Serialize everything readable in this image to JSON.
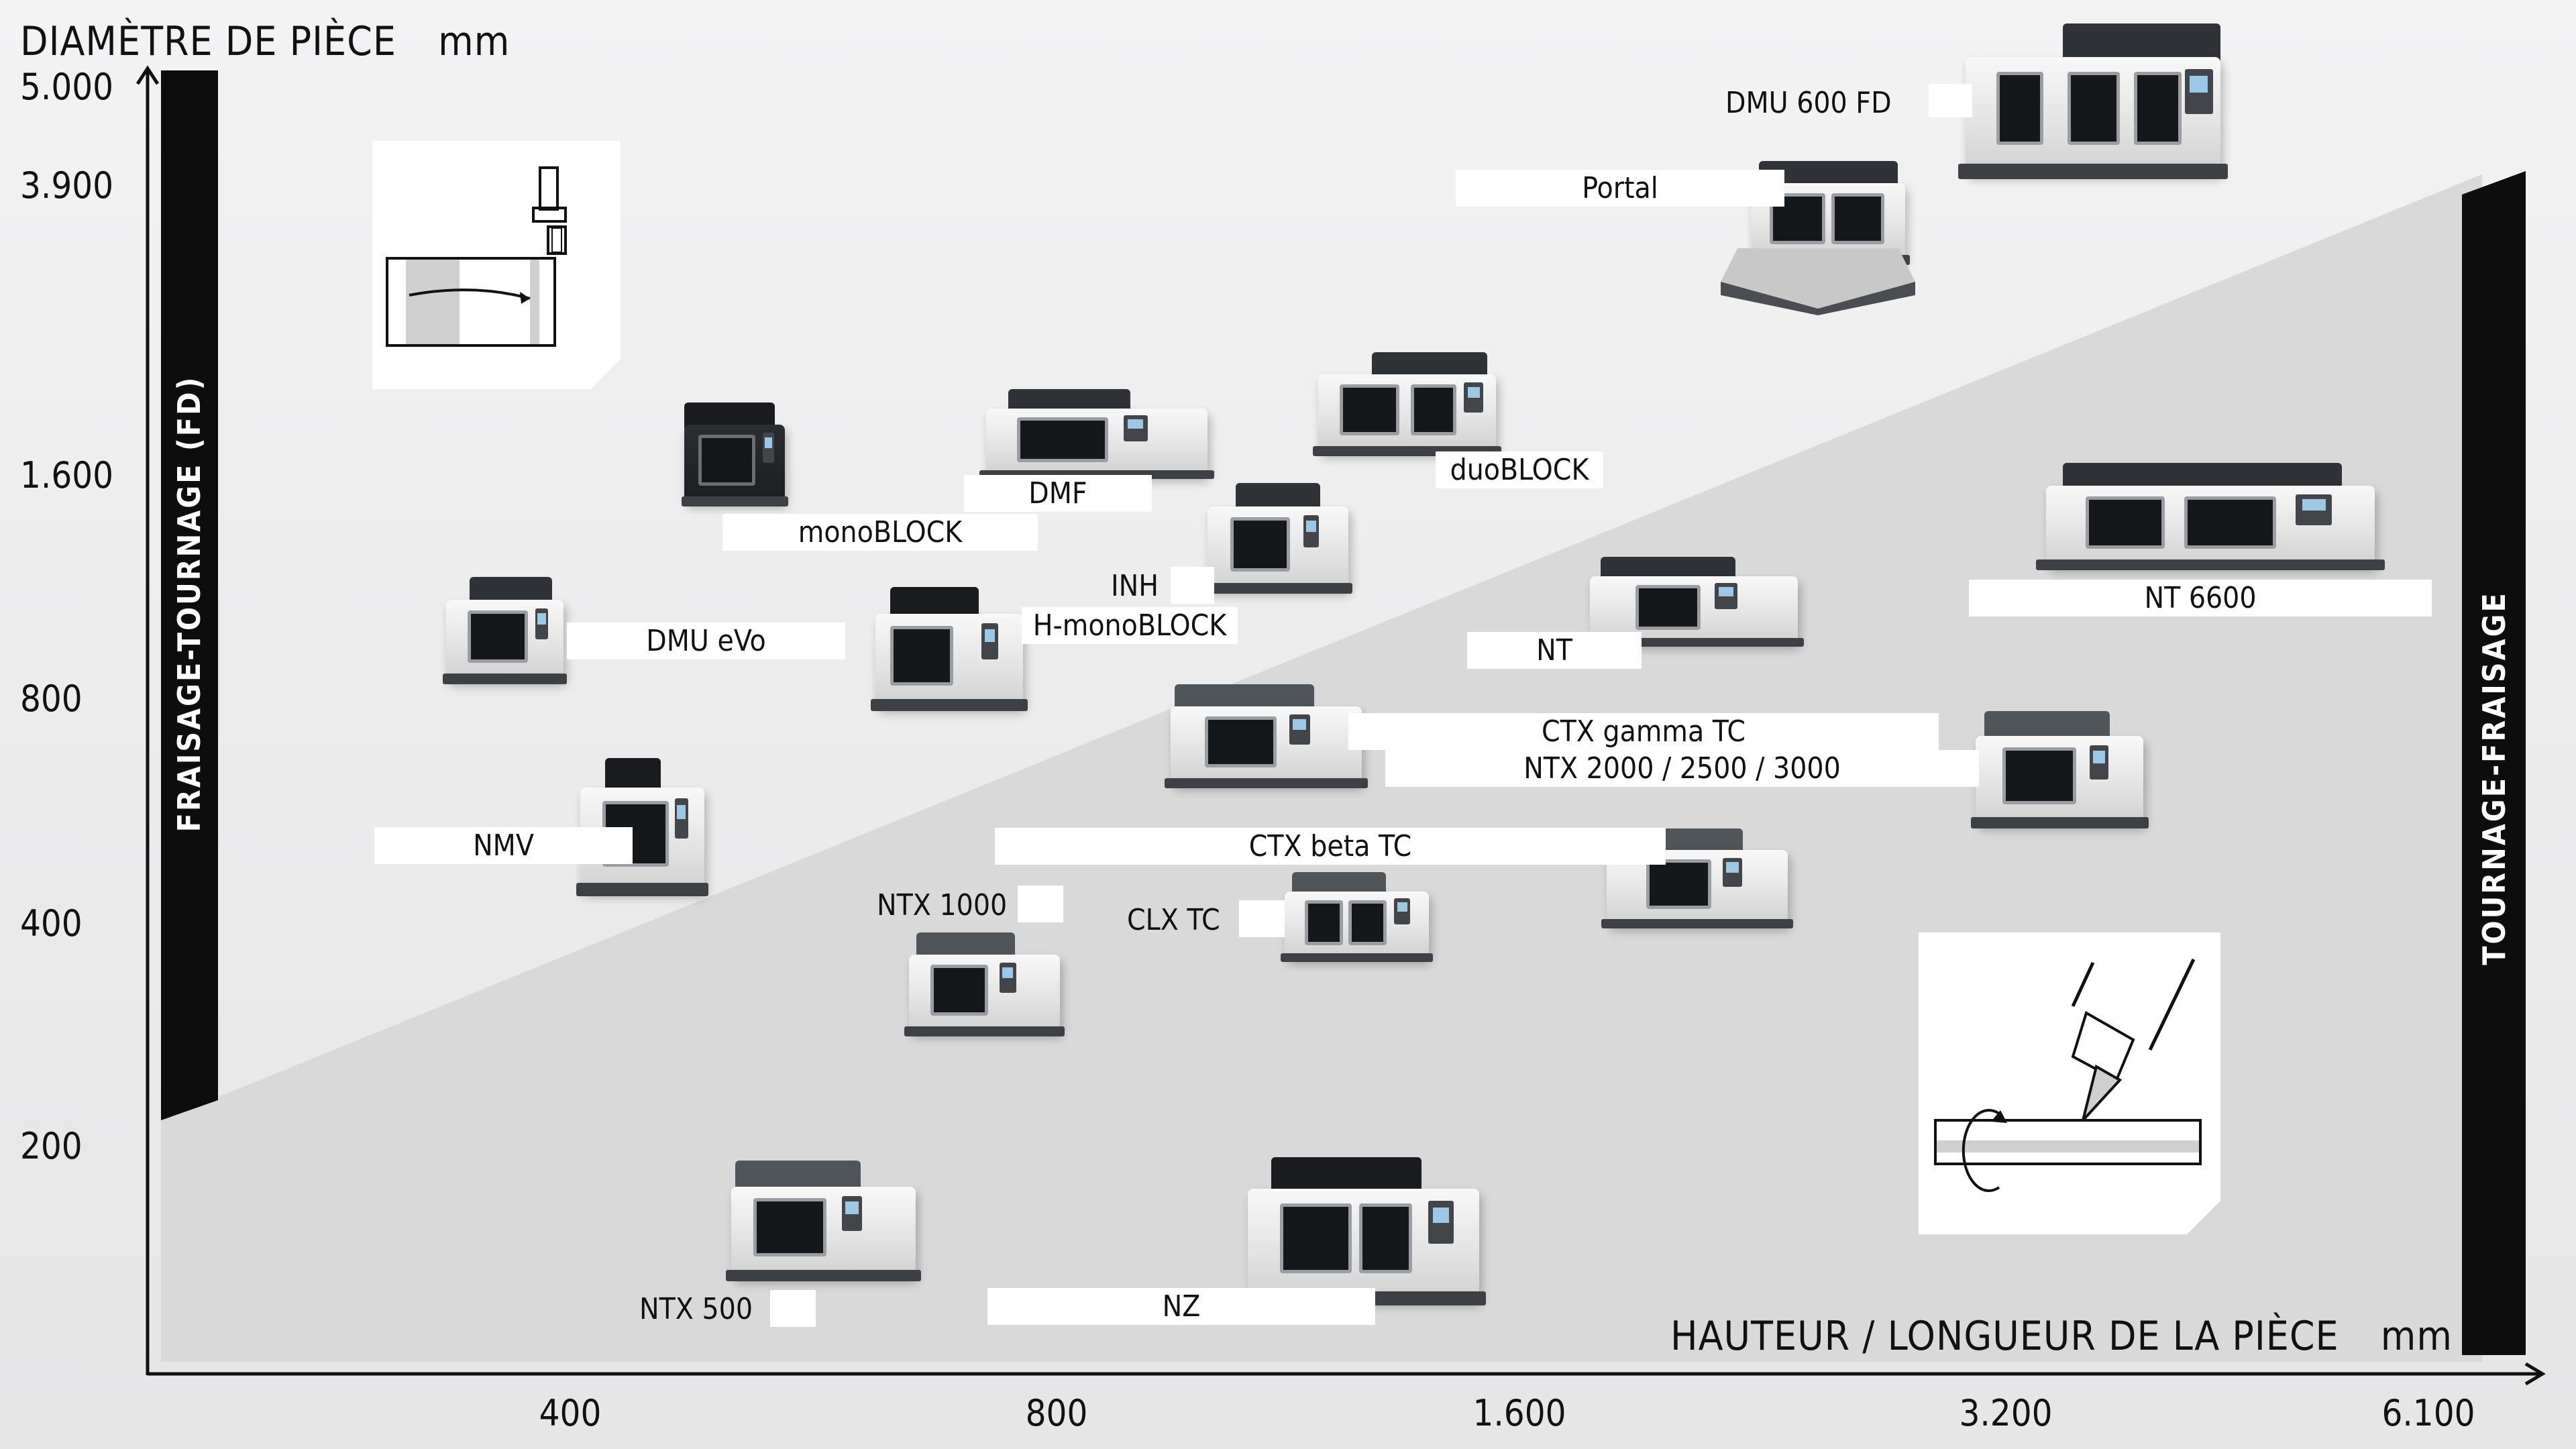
{
  "axes": {
    "y_title": "DIAMÈTRE DE PIÈCE",
    "y_unit": "mm",
    "x_title": "HAUTEUR / LONGUEUR DE LA PIÈCE",
    "x_unit": "mm",
    "y_ticks": [
      "5.000",
      "3.900",
      "1.600",
      "800",
      "400",
      "200"
    ],
    "x_ticks": [
      "400",
      "800",
      "1.600",
      "3.200",
      "6.100"
    ]
  },
  "side_labels": {
    "left": "FRAISAGE-TOURNAGE (FD)",
    "right": "TOURNAGE-FRAISAGE"
  },
  "machines": {
    "dmu_600_fd": "DMU 600 FD",
    "portal": "Portal",
    "duoblock": "duoBLOCK",
    "dmf": "DMF",
    "monoblock": "monoBLOCK",
    "inh": "INH",
    "h_monoblock": "H-monoBLOCK",
    "dmu_evo": "DMU  eVo",
    "nt": "NT",
    "nt_6600": "NT 6600",
    "ctx_gamma_tc": "CTX gamma TC",
    "ntx_2000": "NTX 2000 / 2500 / 3000",
    "ctx_beta_tc": "CTX beta TC",
    "nmv": "NMV",
    "ntx_1000": "NTX 1000",
    "clx_tc": "CLX TC",
    "ntx_500": "NTX 500",
    "nz": "NZ"
  },
  "colors": {
    "lower_region": "#d9d9da",
    "bar": "#0d0d0d"
  }
}
